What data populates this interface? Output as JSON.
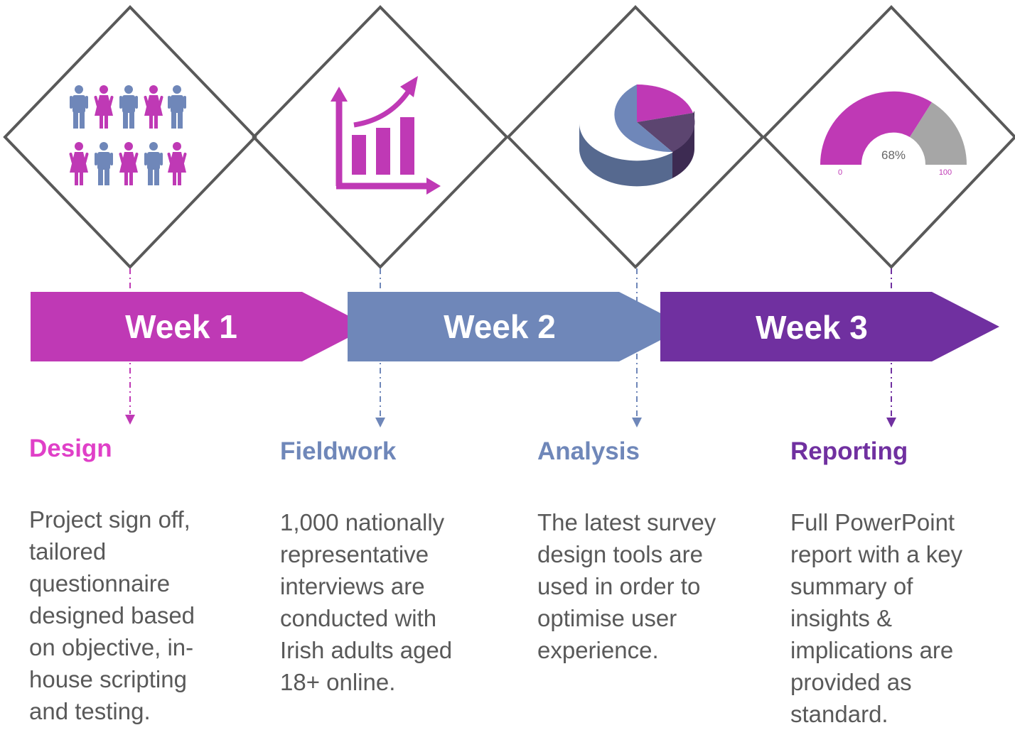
{
  "colors": {
    "magenta": "#bf39b5",
    "blue": "#6f87b9",
    "purple": "#7030a0",
    "diamond_stroke": "#595959",
    "grey": "#a6a6a6",
    "body_text": "#595959"
  },
  "weeks": [
    {
      "label": "Week 1",
      "color": "#bf39b5"
    },
    {
      "label": "Week 2",
      "color": "#6f87b9"
    },
    {
      "label": "Week 3",
      "color": "#7030a0"
    }
  ],
  "diamonds": [
    {
      "icon": "people-icon"
    },
    {
      "icon": "growth-chart-icon"
    },
    {
      "icon": "pie-chart-icon"
    },
    {
      "icon": "gauge-icon",
      "gauge": {
        "value_label": "68%",
        "min_label": "0",
        "max_label": "100",
        "value": 0.68
      }
    }
  ],
  "phases": [
    {
      "title": "Design",
      "color": "#e040c8",
      "lines": [
        "Project sign off,",
        "tailored",
        "questionnaire",
        "designed based",
        "on objective, in-",
        "house scripting",
        "and testing."
      ]
    },
    {
      "title": "Fieldwork",
      "color": "#6f87b9",
      "lines": [
        "1,000 nationally",
        "representative",
        "interviews are",
        "conducted with",
        "Irish adults aged",
        "18+ online."
      ]
    },
    {
      "title": "Analysis",
      "color": "#6f87b9",
      "lines": [
        "The latest survey",
        "design tools are",
        "used in order to",
        "optimise user",
        "experience."
      ]
    },
    {
      "title": "Reporting",
      "color": "#7030a0",
      "lines": [
        "Full PowerPoint",
        "report with a key",
        "summary of",
        "insights &",
        "implications are",
        "provided as",
        "standard."
      ]
    }
  ]
}
